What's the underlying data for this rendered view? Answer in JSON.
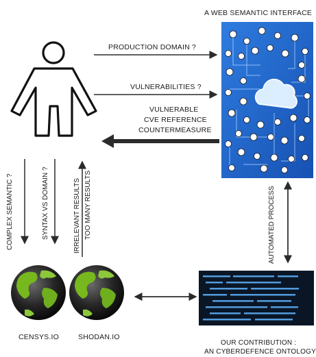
{
  "interface": {
    "title": "A WEB SEMANTIC INTERFACE"
  },
  "arrows": {
    "production_domain": "PRODUCTION DOMAIN ?",
    "vulnerabilities": "VULNERABILITIES ?",
    "response_line1": "VULNERABLE",
    "response_line2": "CVE REFERENCE",
    "response_line3": "COUNTERMEASURE",
    "complex_semantic": "COMPLEX SEMANTIC ?",
    "syntax_vs_domain": "SYNTAX VS DOMAIN ?",
    "irrelevant_results": "IRRELEVANT RESULTS",
    "too_many_results": "TOO MANY RESULTS",
    "automated_process": "AUTOMATED PROCESS"
  },
  "engines": {
    "censys": "CENSYS.IO",
    "shodan": "SHODAN.IO"
  },
  "contribution": {
    "line1": "OUR CONTRIBUTION :",
    "line2": "AN CYBERDEFENCE ONTOLOGY"
  },
  "colors": {
    "interface_blue": "#1e62c8",
    "code_bg": "#0a1626",
    "globe_green": "#6fae1e"
  }
}
